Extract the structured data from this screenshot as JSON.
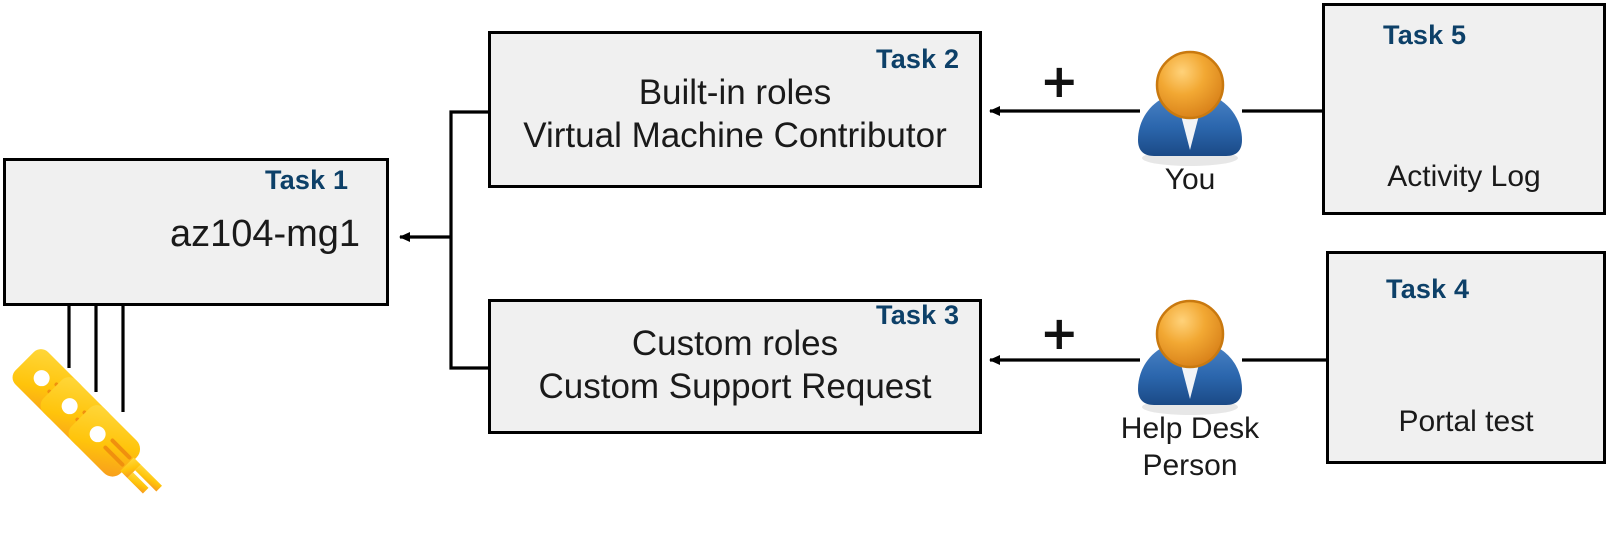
{
  "diagram": {
    "title": "Azure RBAC task diagram",
    "accent_color": "#0d4068",
    "box_fill": "#f0f0f0",
    "box_border": "#000000"
  },
  "boxes": {
    "task1": {
      "label": "Task 1",
      "text": "az104-mg1",
      "icon": "management-group-icon"
    },
    "task2": {
      "label": "Task 2",
      "line1": "Built-in roles",
      "line2": "Virtual Machine Contributor"
    },
    "task3": {
      "label": "Task 3",
      "line1": "Custom roles",
      "line2": "Custom Support Request"
    },
    "task4": {
      "label": "Task 4",
      "caption": "Portal test",
      "icon": "external-link-icon"
    },
    "task5": {
      "label": "Task 5",
      "caption": "Activity Log",
      "icon": "gauge-icon"
    }
  },
  "actors": {
    "you": {
      "label": "You",
      "icon": "person-icon"
    },
    "helpdesk": {
      "label_line1": "Help Desk",
      "label_line2": "Person",
      "icon": "person-icon"
    }
  },
  "connectors": {
    "plus_top": "+",
    "plus_bottom": "+"
  },
  "assets": {
    "keys": "three-keys-icon"
  },
  "colors": {
    "task_label": "#0d4068",
    "key_gold": "#ffc20e",
    "key_gold_dark": "#f79a1f",
    "person_head": "#f0a328",
    "person_body": "#2f6eb5",
    "gauge_ring": "#0f7fdb",
    "gauge_needle": "#e03a3a",
    "portal_arrow": "#3fa0e8",
    "portal_frame": "#b3b3b3",
    "mg_bracket": "#9a9a9a",
    "mg_node_root": "#9b5fc0",
    "mg_node_mid": "#2e9bf0",
    "mg_node_leaf": "#3bc9b4"
  }
}
